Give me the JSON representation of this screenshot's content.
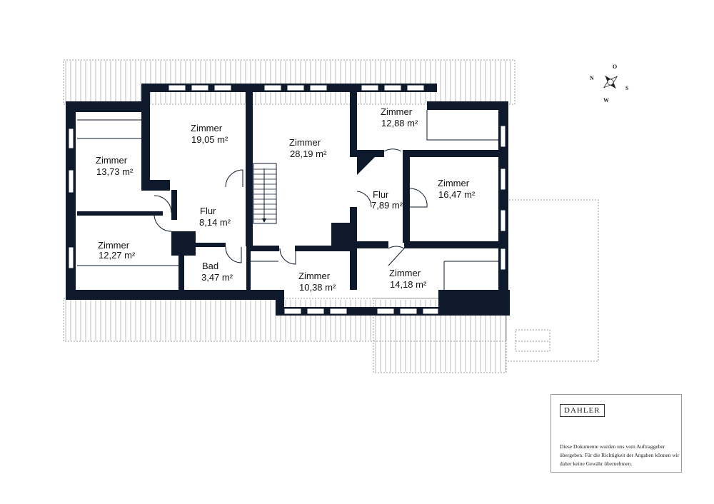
{
  "compass": {
    "n": "N",
    "o": "O",
    "s": "S",
    "w": "W"
  },
  "rooms": [
    {
      "name": "Zimmer",
      "area": "19,05 m²"
    },
    {
      "name": "Zimmer",
      "area": "28,19 m²"
    },
    {
      "name": "Zimmer",
      "area": "12,88 m²"
    },
    {
      "name": "Zimmer",
      "area": "13,73 m²"
    },
    {
      "name": "Zimmer",
      "area": "16,47 m²"
    },
    {
      "name": "Flur",
      "area": "7,89 m²"
    },
    {
      "name": "Flur",
      "area": "8,14 m²"
    },
    {
      "name": "Zimmer",
      "area": "12,27 m²"
    },
    {
      "name": "Bad",
      "area": "3,47 m²"
    },
    {
      "name": "Zimmer",
      "area": "10,38 m²"
    },
    {
      "name": "Zimmer",
      "area": "14,18 m²"
    }
  ],
  "legal": {
    "brand": "DAHLER",
    "disclaimer": "Diese Dokumente wurden uns vom Auftraggeber übergeben. Für die Richtigkeit der Angaben können wir daher keine Gewähr übernehmen."
  },
  "colors": {
    "wall": "#0e1a2b",
    "roof_hatch": "#bdbdbd",
    "outline": "#9a9a9a"
  }
}
